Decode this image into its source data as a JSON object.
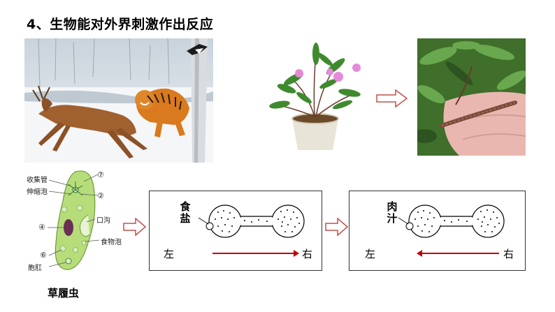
{
  "slide": {
    "title": "4、生物能对外界刺激作出反应"
  },
  "paramecium": {
    "caption": "草履虫",
    "labels": {
      "collecting_canal": "收集管",
      "contractile_vacuole": "伸缩泡",
      "oral_groove": "口沟",
      "food_vacuole": "食物泡",
      "anal_pore": "胞肛",
      "num_7": "⑦",
      "num_2": "②",
      "num_4": "④",
      "num_6": "⑥"
    }
  },
  "experiment_salt": {
    "substance_top": "食",
    "substance_bottom": "盐",
    "left": "左",
    "right": "右",
    "arrow_direction": "left-to-right",
    "arrow_color": "#c00000"
  },
  "experiment_juice": {
    "substance_top": "肉",
    "substance_bottom": "汁",
    "left": "左",
    "right": "右",
    "arrow_direction": "right-to-left",
    "arrow_color": "#c00000"
  },
  "colors": {
    "hollow_arrow": "#c0504d"
  }
}
